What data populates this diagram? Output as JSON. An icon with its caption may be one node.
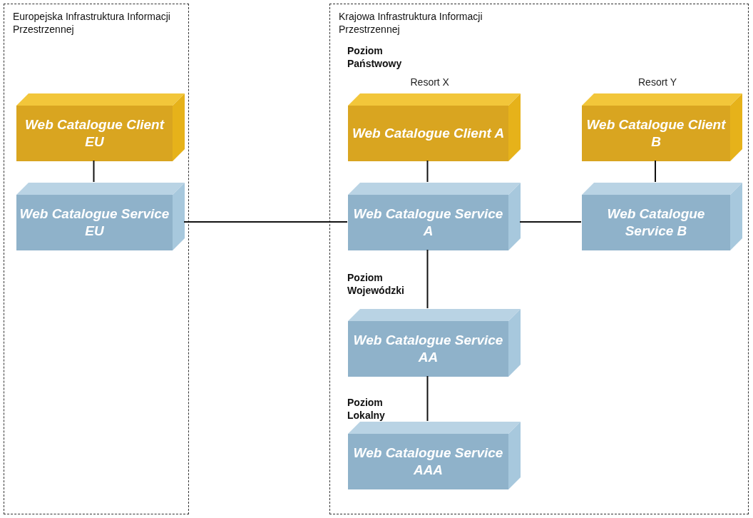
{
  "diagram": {
    "nodes": [
      {
        "text": [
          "Europejska Infrastruktura Informacji Przestrzennej"
        ]
      },
      {
        "text": [
          "Krajowa Infrastruktura Informacji Przestrzennej"
        ]
      },
      {
        "text": [
          "Web Catalogue Client EU"
        ],
        "in": 0
      },
      {
        "text": [
          "Web Catalogue Service EU"
        ],
        "in": 0
      },
      {
        "text": [
          "Web Catalogue Client A"
        ],
        "in": 1,
        "beside": [
          "Resort X"
        ]
      },
      {
        "text": [
          "Web Catalogue Service A"
        ],
        "in": 1
      },
      {
        "text": [
          "Web Catalogue Client B"
        ],
        "in": 1,
        "beside": [
          "Resort Y"
        ]
      },
      {
        "text": [
          "Web Catalogue Service B"
        ],
        "in": 1
      },
      {
        "text": [
          "Web Catalogue Service AA"
        ],
        "in": 1
      },
      {
        "text": [
          "Web Catalogue Service AAA"
        ],
        "in": 1
      }
    ],
    "edges": [
      {
        "from": 2,
        "to": 3,
        "arrow": "none"
      },
      {
        "from": 3,
        "to": 5,
        "arrow": "none"
      },
      {
        "from": 4,
        "to": 5,
        "arrow": "none"
      },
      {
        "from": 5,
        "to": 7,
        "arrow": "none"
      },
      {
        "from": 6,
        "to": 7,
        "arrow": "none"
      },
      {
        "from": 5,
        "to": 8,
        "arrow": "none"
      },
      {
        "from": 8,
        "to": 9,
        "arrow": "none"
      }
    ],
    "labels": [
      "Poziom Państwowy",
      "Poziom Wojewódzki",
      "Poziom Lokalny"
    ]
  }
}
